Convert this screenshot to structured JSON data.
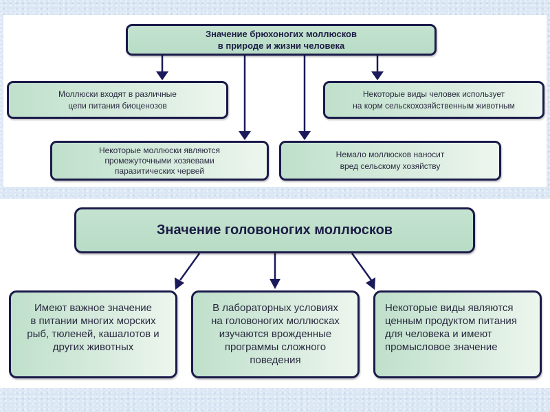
{
  "top_section": {
    "title": "Значение брюхоногих моллюсков\nв природе и жизни человека",
    "items": [
      {
        "text": "Моллюски входят в различные\nцепи питания биоценозов"
      },
      {
        "text": "Некоторые виды человек использует\nна корм сельскохозяйственным животным"
      },
      {
        "text": "Некоторые моллюски являются\nпромежуточными хозяевами\nпаразитических червей"
      },
      {
        "text": "Немало моллюсков наносит\nвред сельскому хозяйству"
      }
    ]
  },
  "bottom_section": {
    "title": "Значение головоногих моллюсков",
    "items": [
      {
        "text": "Имеют важное значение\nв питании многих морских\nрыб, тюленей, кашалотов и\nдругих животных"
      },
      {
        "text": "В лабораторных условиях\nна головоногих моллюсках\nизучаются врожденные\nпрограммы сложного\nповедения"
      },
      {
        "text": "Некоторые виды являются\nценным продуктом питания\nдля человека и имеют\nпромысловое значение"
      }
    ]
  },
  "colors": {
    "box_fill": "#c4e3d0",
    "box_border": "#1a1a4a",
    "arrow": "#1a1a5a",
    "background": "#dbe7f4"
  }
}
